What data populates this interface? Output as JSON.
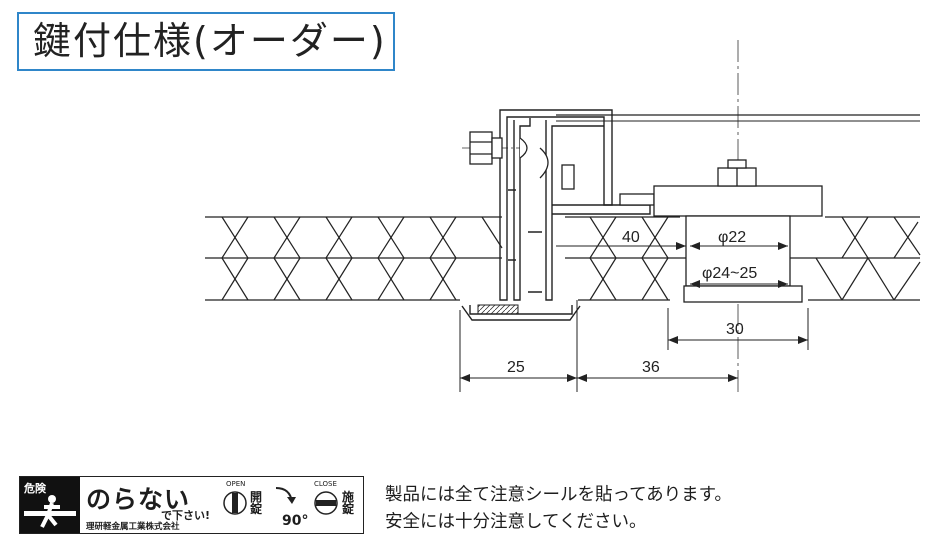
{
  "title": "鍵付仕様(オーダー)",
  "dimensions": {
    "d40": "40",
    "phi22": "φ22",
    "phi24_25": "φ24~25",
    "d30": "30",
    "d25": "25",
    "d36": "36"
  },
  "sticker": {
    "warning": "危険",
    "main_text": "のらない",
    "sub_text": "で下さい!",
    "maker": "理研軽金属工業株式会社",
    "open_label": "OPEN",
    "open_kanji": "開錠",
    "close_label": "CLOSE",
    "close_kanji": "施錠",
    "rotation": "90°"
  },
  "note": {
    "line1": "製品には全て注意シールを貼ってあります。",
    "line2": "安全には十分注意してください。"
  },
  "colors": {
    "title_border": "#2f86c9",
    "line": "#1d1d1d"
  }
}
